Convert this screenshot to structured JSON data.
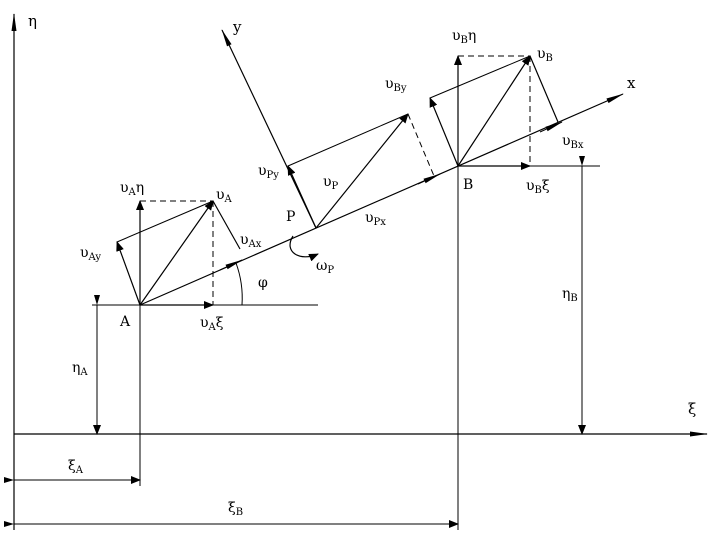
{
  "axes": {
    "xi_label": "ξ",
    "eta_label": "η",
    "x_label": "x",
    "y_label": "y"
  },
  "points": {
    "A": "A",
    "B": "B",
    "P": "P"
  },
  "angle_label": "φ",
  "omega": {
    "main": "ω",
    "sub": "P"
  },
  "vectors": {
    "vA": {
      "main": "υ",
      "sub": "A"
    },
    "vAeta": {
      "main": "υ",
      "sub": "A",
      "post": "η"
    },
    "vAxi": {
      "main": "υ",
      "sub": "A",
      "post": "ξ"
    },
    "vAx": {
      "main": "υ",
      "sub": "Ax"
    },
    "vAy": {
      "main": "υ",
      "sub": "Ay"
    },
    "vP": {
      "main": "υ",
      "sub": "P"
    },
    "vPx": {
      "main": "υ",
      "sub": "Px"
    },
    "vPy": {
      "main": "υ",
      "sub": "Py"
    },
    "vB": {
      "main": "υ",
      "sub": "B"
    },
    "vBeta": {
      "main": "υ",
      "sub": "B",
      "post": "η"
    },
    "vBxi": {
      "main": "υ",
      "sub": "B",
      "post": "ξ"
    },
    "vBx": {
      "main": "υ",
      "sub": "Bx"
    },
    "vBy": {
      "main": "υ",
      "sub": "By"
    }
  },
  "dimensions": {
    "xiA": {
      "main": "ξ",
      "sub": "A"
    },
    "xiB": {
      "main": "ξ",
      "sub": "B"
    },
    "etaA": {
      "main": "η",
      "sub": "A"
    },
    "etaB": {
      "main": "η",
      "sub": "B"
    }
  }
}
